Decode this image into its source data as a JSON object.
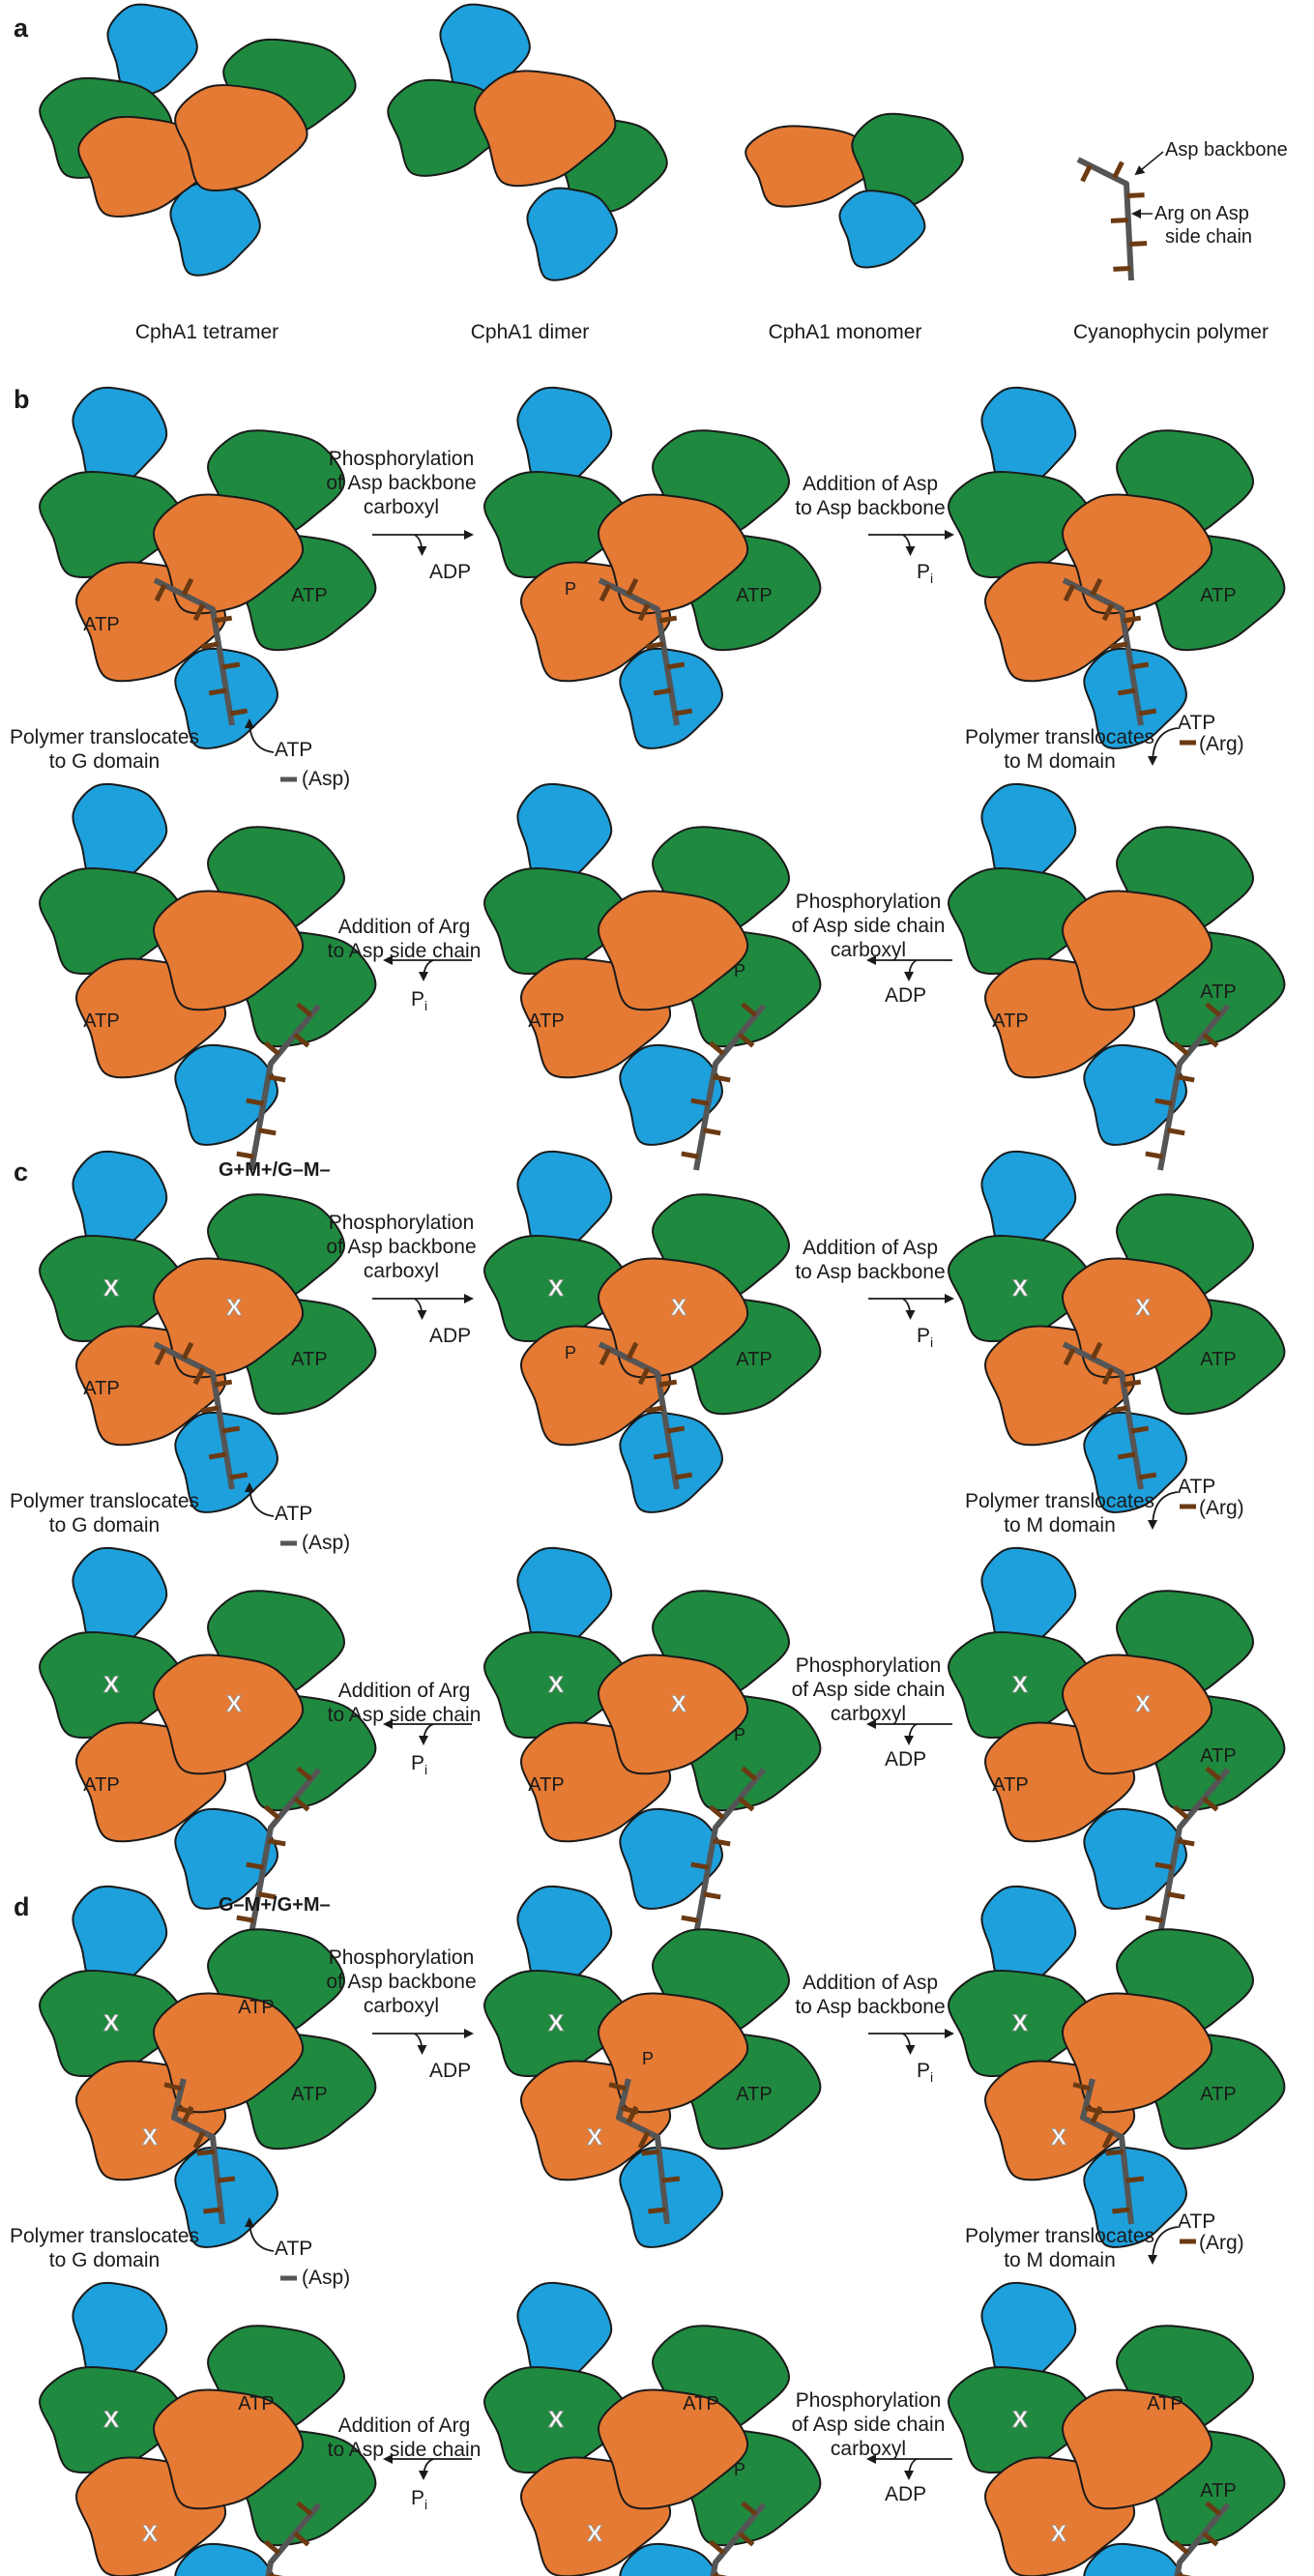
{
  "panels": {
    "a": {
      "label": "a"
    },
    "b": {
      "label": "b"
    },
    "c": {
      "label": "c",
      "genotype": "G+M+/G–M–"
    },
    "d": {
      "label": "d",
      "genotype": "G–M+/G+M–"
    }
  },
  "overview": {
    "tetramer": "CphA1 tetramer",
    "dimer": "CphA1 dimer",
    "monomer": "CphA1 monomer",
    "polymer": "Cyanophycin polymer",
    "asp_backbone": "Asp backbone",
    "arg_line1": "Arg on  Asp",
    "arg_line2": "side chain"
  },
  "steps": {
    "phos_backbone": [
      "Phosphorylation",
      "of  Asp backbone",
      "carboxyl"
    ],
    "add_asp": [
      "Addition of   Asp",
      "to Asp backbone"
    ],
    "phos_side": [
      "Phosphorylation",
      "of Asp side chain",
      "carboxyl"
    ],
    "add_arg": [
      "Addition of   Arg",
      "to Asp side chain"
    ],
    "to_g": [
      "Polymer translocates",
      "to G domain"
    ],
    "to_m": [
      "Polymer translocates",
      "to M domain"
    ]
  },
  "cofactors": {
    "adp": "ADP",
    "pi_main": "P",
    "pi_sub": "i",
    "atp": "ATP",
    "asp": "(Asp)",
    "arg": "(Arg)",
    "phospho": "P",
    "knockout": "X"
  },
  "colors": {
    "orange": "#e57a34",
    "green": "#1f8a3f",
    "blue": "#1ea0dc",
    "polymer": "#555555",
    "arg": "#6b3a12"
  }
}
